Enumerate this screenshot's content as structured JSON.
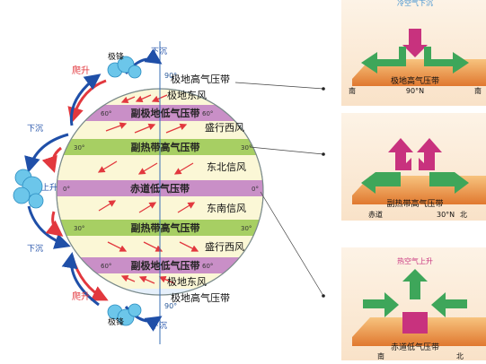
{
  "globe": {
    "bands": [
      {
        "label": "副极地低气压带",
        "lat": "60°",
        "color": "#c98fc7"
      },
      {
        "label": "副热带高气压带",
        "lat": "30°",
        "color": "#a7cf63"
      },
      {
        "label": "赤道低气压带",
        "lat": "0°",
        "color": "#c98fc7"
      },
      {
        "label": "副热带高气压带",
        "lat": "30°",
        "color": "#a7cf63"
      },
      {
        "label": "副极地低气压带",
        "lat": "60°",
        "color": "#c98fc7"
      }
    ],
    "pole_top_label": "90°",
    "pole_bottom_label": "90°"
  },
  "labels": {
    "polar_high_n": "极地高气压带",
    "polar_easterlies_n": "极地东风",
    "westerlies_n": "盛行西风",
    "ne_trades": "东北信风",
    "se_trades": "东南信风",
    "westerlies_s": "盛行西风",
    "polar_easterlies_s": "极地东风",
    "polar_high_s": "极地高气压带"
  },
  "side": {
    "climb_top": "爬升",
    "front_top": "极锋",
    "sink_top": "下沉",
    "sink_mid_top": "下沉",
    "rise_mid": "上升",
    "sink_mid_bottom": "下沉",
    "climb_bottom": "爬升",
    "front_bottom": "极锋",
    "sink_bottom": "下沉"
  },
  "panels": [
    {
      "air_label": "冷空气下沉",
      "caption": "极地高气压带",
      "lat": "90°N",
      "left": "南",
      "right": "南"
    },
    {
      "air_label": "",
      "caption": "副热带高气压带",
      "lat": "30°N",
      "left": "赤道",
      "right": "北"
    },
    {
      "air_label": "热空气上升",
      "caption": "赤道低气压带",
      "lat": "",
      "left": "南",
      "right": "北"
    }
  ],
  "colors": {
    "ocean": "#bfe3f4",
    "cloud": "#6cc6ea",
    "arrow_red": "#e2383e",
    "arrow_blue": "#1f4fa8",
    "ground": "#f1a14a",
    "green_arrow": "#3ea65a",
    "magenta_arrow": "#c8327e"
  }
}
